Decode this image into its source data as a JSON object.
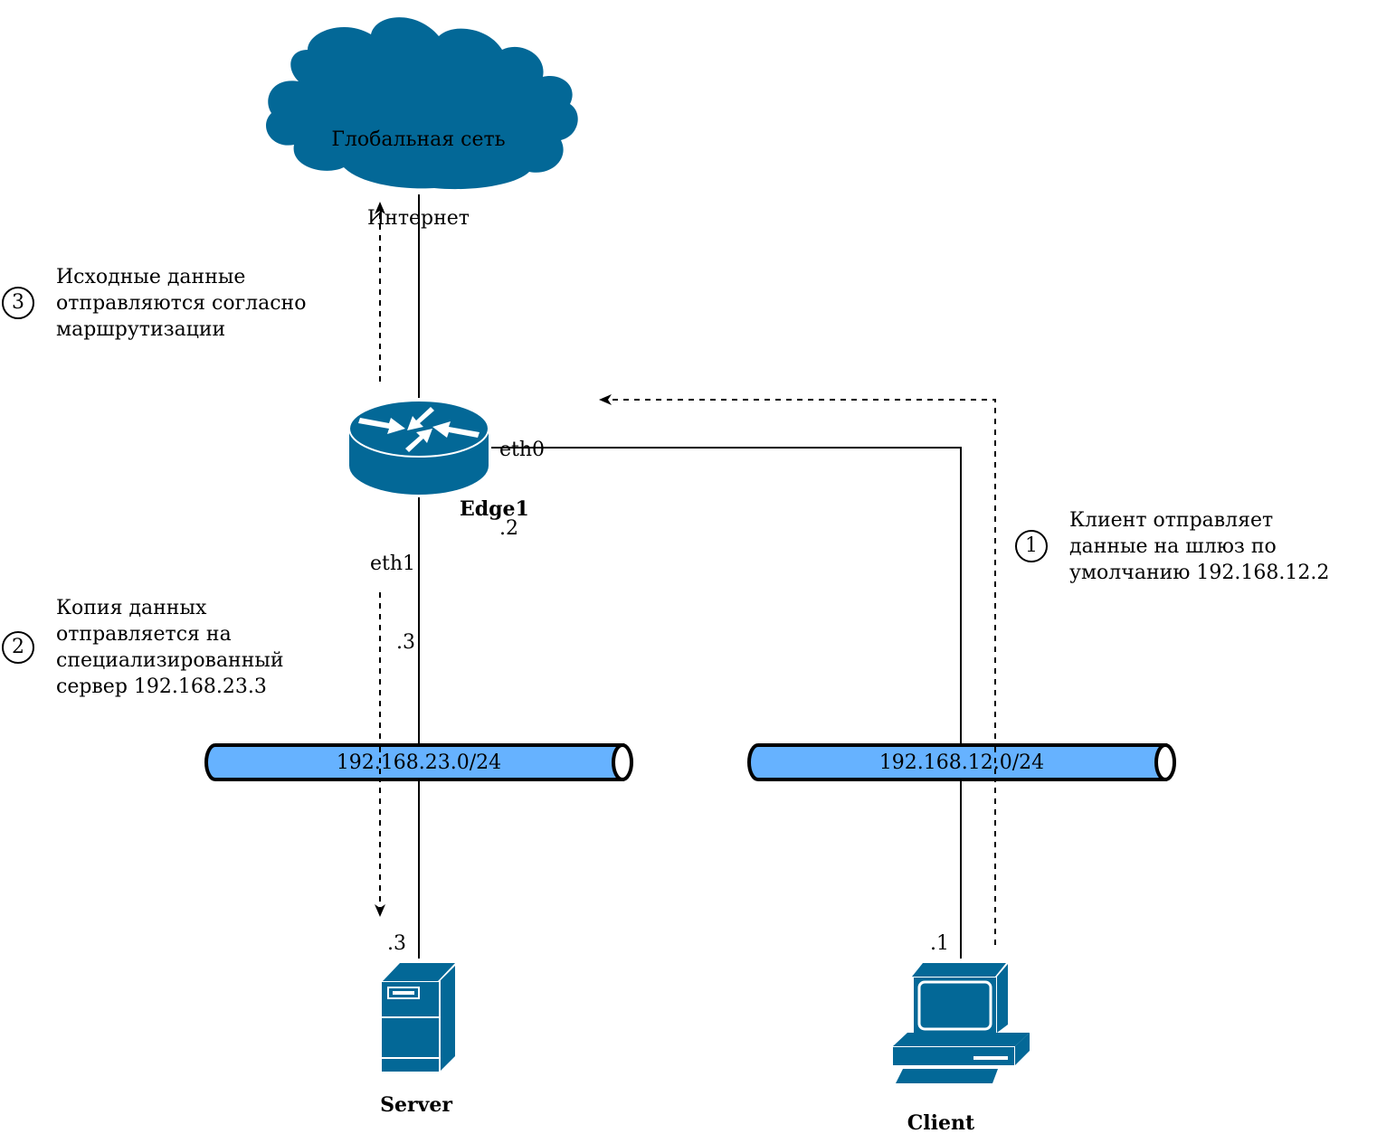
{
  "colors": {
    "device": "#036897",
    "segment_fill": "#66b2ff",
    "line": "#000000"
  },
  "cloud": {
    "line1": "Глобальная сеть",
    "line2": "Интернет",
    "icon": "cloud-icon"
  },
  "router": {
    "name": "Edge1",
    "icon": "router-icon",
    "eth0": {
      "name": "eth0",
      "addr": ".2"
    },
    "eth1": {
      "name": "eth1",
      "addr": ".3"
    }
  },
  "server": {
    "name": "Server",
    "icon": "server-icon",
    "addr": ".3"
  },
  "client": {
    "name": "Client",
    "icon": "workstation-icon",
    "addr": ".1"
  },
  "segments": [
    {
      "label": "192.168.23.0/24"
    },
    {
      "label": "192.168.12.0/24"
    }
  ],
  "steps": [
    {
      "number": "1",
      "lines": [
        "Клиент отправляет",
        "данные на шлюз по",
        "умолчанию 192.168.12.2"
      ]
    },
    {
      "number": "2",
      "lines": [
        "Копия данных",
        "отправляется на",
        "специализированный",
        "сервер 192.168.23.3"
      ]
    },
    {
      "number": "3",
      "lines": [
        "Исходные данные",
        "отправляются согласно",
        "маршрутизации"
      ]
    }
  ]
}
